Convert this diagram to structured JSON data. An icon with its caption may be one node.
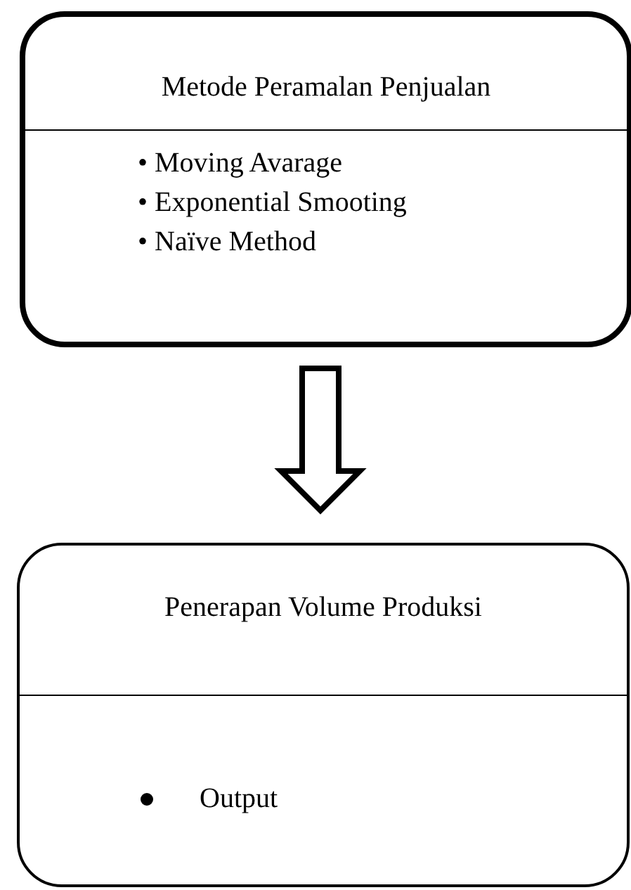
{
  "diagram": {
    "nodes": [
      {
        "text": [
          "Metode Peramalan Penjualan",
          "• Moving Avarage",
          "• Exponential Smooting",
          "• Naïve Method"
        ]
      },
      {
        "text": [
          "Penerapan Volume Produksi",
          "Output"
        ]
      }
    ],
    "edges": [
      {
        "from": 0,
        "to": 1,
        "arrow": "to"
      }
    ]
  }
}
